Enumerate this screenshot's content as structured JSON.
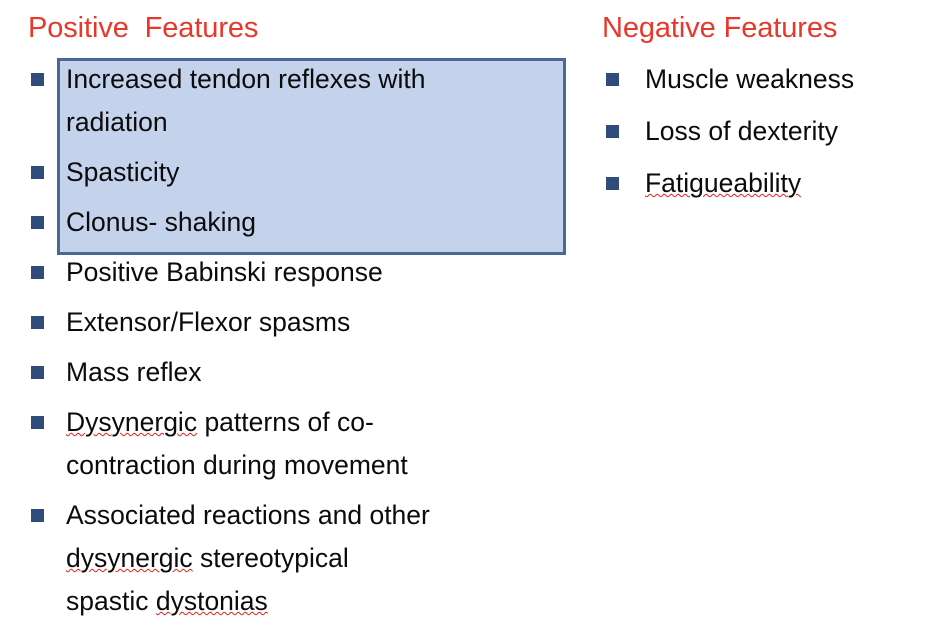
{
  "slide": {
    "background_color": "#FFFFFF",
    "header_color": "#E8382B",
    "bullet_color": "#2E4D7B",
    "highlight_fill": "#C5D2EC",
    "highlight_border": "#4A6894",
    "spellcheck_color": "#E3201A"
  },
  "left_column": {
    "header": "Positive  Features",
    "items": [
      {
        "text": "Increased tendon reflexes with\nradiation",
        "highlighted": true
      },
      {
        "text": "Spasticity",
        "highlighted": true
      },
      {
        "text": "Clonus- shaking",
        "highlighted": true
      },
      {
        "text": "Positive Babinski response",
        "highlighted": false
      },
      {
        "text": "Extensor/Flexor spasms",
        "highlighted": false
      },
      {
        "text": "Mass reflex",
        "highlighted": false
      },
      {
        "text": "Dysynergic patterns of co-\ncontraction during movement",
        "highlighted": false,
        "misspelled_words": [
          "Dysynergic"
        ]
      },
      {
        "text": "Associated reactions and other\ndysynergic stereotypical\nspastic dystonias",
        "highlighted": false,
        "misspelled_words": [
          "dysynergic",
          "dystonias"
        ]
      }
    ]
  },
  "right_column": {
    "header": "Negative Features",
    "items": [
      {
        "text": "Muscle weakness",
        "misspelled_words": []
      },
      {
        "text": "Loss of dexterity",
        "misspelled_words": []
      },
      {
        "text": "Fatigueability",
        "misspelled_words": [
          "Fatigueability"
        ]
      }
    ]
  }
}
